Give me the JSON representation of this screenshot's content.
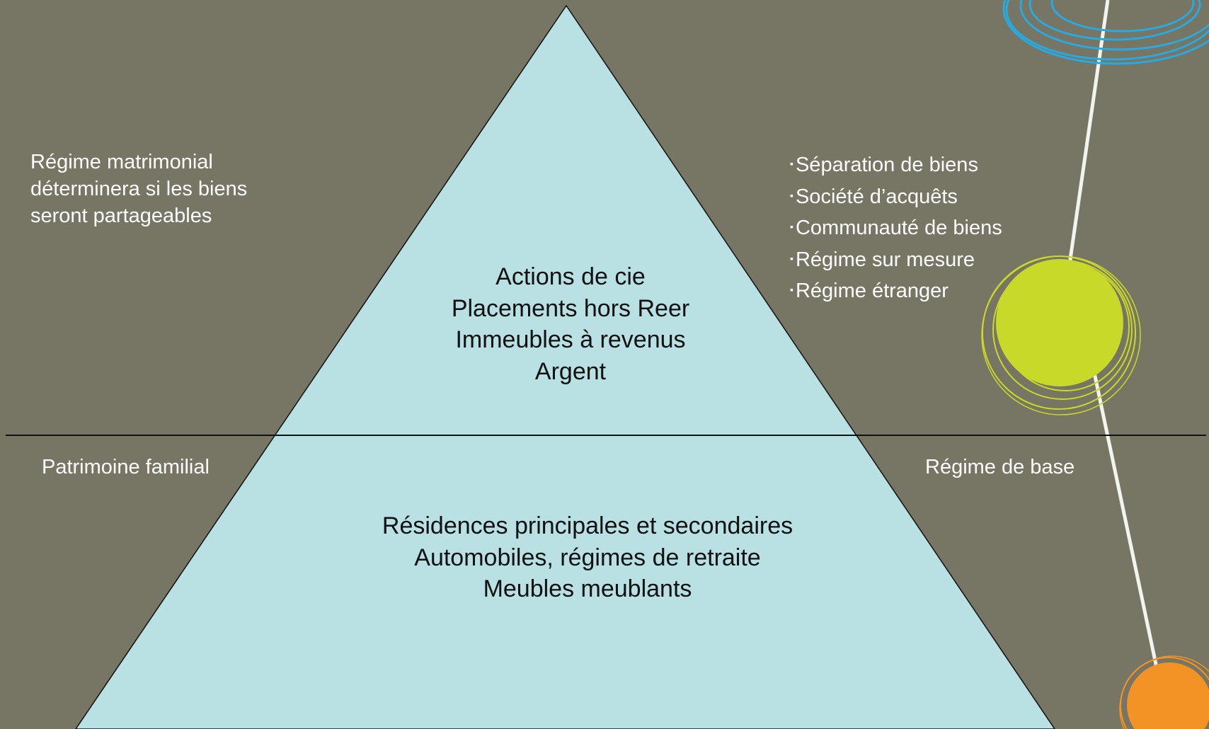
{
  "colors": {
    "background": "#777563",
    "pyramid_fill": "#b9e0e3",
    "divider": "#111111",
    "text_light": "#ffffff",
    "text_dark": "#111111",
    "deco_blue": "#29a9de",
    "deco_lime": "#c8d929",
    "deco_orange": "#f39325",
    "deco_line": "#f4f4ee"
  },
  "left_note": {
    "lines": [
      "Régime matrimonial",
      "déterminera si les biens",
      "seront partageables"
    ]
  },
  "regimes": {
    "bullet_glyph": "▪",
    "items": [
      "Séparation de biens",
      "Société d’acquêts",
      "Communauté de biens",
      "Régime sur mesure",
      "Régime étranger"
    ]
  },
  "pyramid": {
    "top": {
      "lines": [
        "Actions de cie",
        "Placements hors Reer",
        "Immeubles à revenus",
        "Argent"
      ]
    },
    "bottom": {
      "lines": [
        "Résidences principales et secondaires",
        "Automobiles, régimes de retraite",
        "Meubles meublants"
      ]
    }
  },
  "labels": {
    "left": "Patrimoine familial",
    "right": "Régime de base"
  },
  "decorations": [
    "concentric-rings-icon",
    "lime-circle-icon",
    "orange-circle-icon",
    "diagonal-line"
  ]
}
